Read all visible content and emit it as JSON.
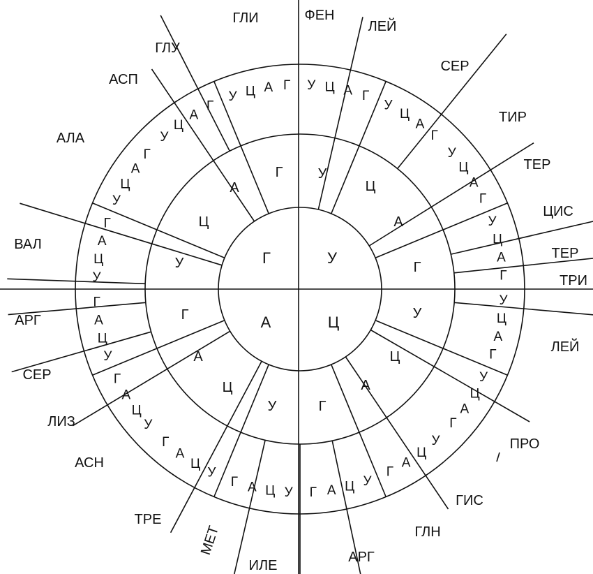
{
  "ring1": [
    "У",
    "Ц",
    "А",
    "Г"
  ],
  "ring2": [
    [
      "У",
      "Ц",
      "А",
      "Г"
    ],
    [
      "У",
      "Ц",
      "А",
      "Г"
    ],
    [
      "У",
      "Ц",
      "А",
      "Г"
    ],
    [
      "У",
      "Ц",
      "А",
      "Г"
    ]
  ],
  "ring3_unit": [
    "У",
    "Ц",
    "А",
    "Г"
  ],
  "amino_acids": [
    "ФЕН",
    "ЛЕЙ",
    "СЕР",
    "ТИР",
    "ТЕР",
    "ЦИС",
    "ТЕР",
    "ТРИ",
    "ЛЕЙ",
    "ПРО",
    "ГИС",
    "ГЛН",
    "АРГ",
    "ИЛЕ",
    "МЕТ",
    "ТРЕ",
    "АСН",
    "ЛИЗ",
    "СЕР",
    "АРГ",
    "ВАЛ",
    "АЛА",
    "АСП",
    "ГЛУ",
    "ГЛИ"
  ]
}
